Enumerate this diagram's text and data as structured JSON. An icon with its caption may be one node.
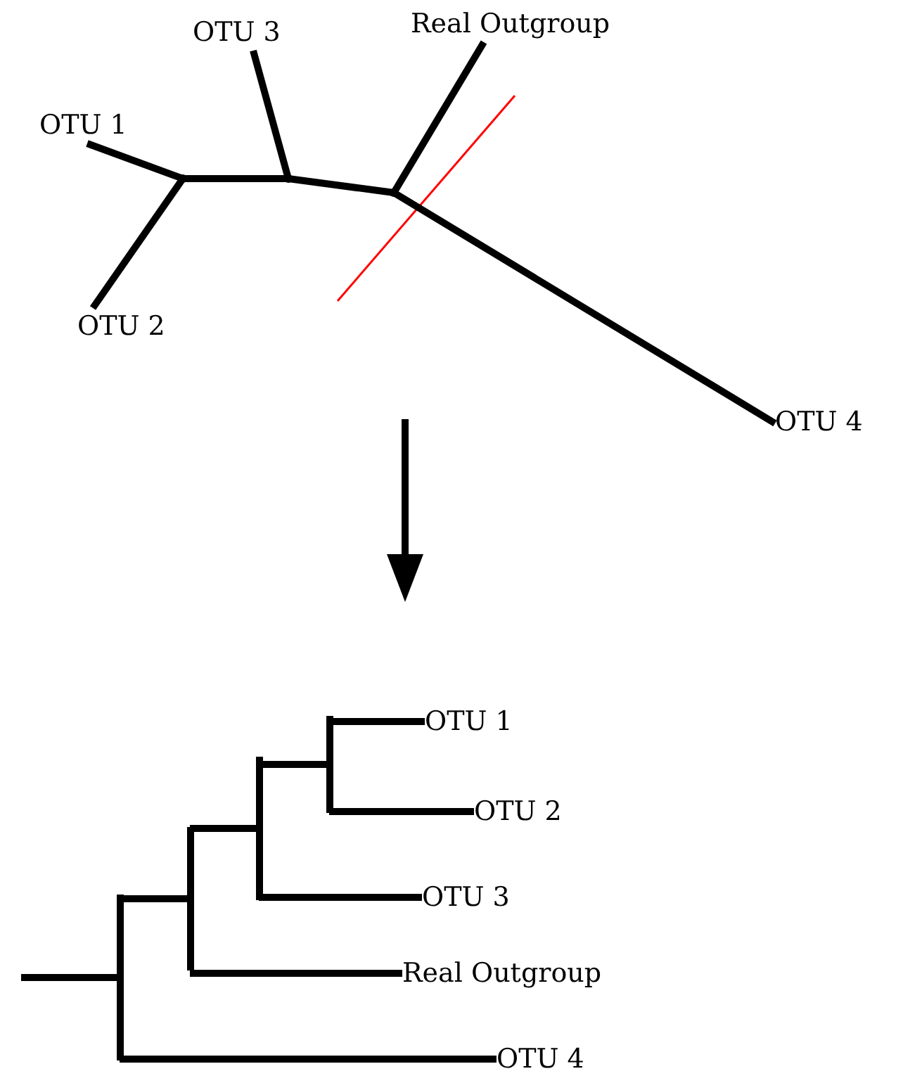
{
  "diagram": {
    "nodes": [
      {
        "text": [
          "OTU 3"
        ]
      },
      {
        "text": [
          "Real Outgroup"
        ]
      },
      {
        "text": [
          "OTU 1"
        ]
      },
      {
        "text": [
          "OTU 2"
        ]
      },
      {
        "text": [
          "OTU 4"
        ]
      },
      {
        "text": [],
        "shape": "point"
      },
      {
        "text": [],
        "shape": "point"
      },
      {
        "text": [],
        "shape": "point"
      },
      {
        "text": [
          "OTU 1"
        ]
      },
      {
        "text": [
          "OTU 2"
        ]
      },
      {
        "text": [
          "OTU 3"
        ]
      },
      {
        "text": [
          "Real Outgroup"
        ]
      },
      {
        "text": [
          "OTU 4"
        ]
      },
      {
        "text": [],
        "shape": "bar"
      },
      {
        "text": [],
        "shape": "bar"
      },
      {
        "text": [],
        "shape": "bar"
      },
      {
        "text": [],
        "shape": "bar"
      }
    ],
    "edges": [
      {
        "from": 5,
        "to": 2,
        "arrow": "none"
      },
      {
        "from": 5,
        "to": 3,
        "arrow": "none"
      },
      {
        "from": 5,
        "to": 6,
        "arrow": "none"
      },
      {
        "from": 6,
        "to": 0,
        "arrow": "none"
      },
      {
        "from": 6,
        "to": 7,
        "arrow": "none"
      },
      {
        "from": 7,
        "to": 1,
        "arrow": "none"
      },
      {
        "from": 7,
        "to": 4,
        "arrow": "none"
      },
      {
        "from": null,
        "to": 13,
        "arrow": "none"
      },
      {
        "from": 13,
        "to": 14,
        "arrow": "none"
      },
      {
        "from": 13,
        "to": 12,
        "arrow": "none"
      },
      {
        "from": 14,
        "to": 15,
        "arrow": "none"
      },
      {
        "from": 14,
        "to": 11,
        "arrow": "none"
      },
      {
        "from": 15,
        "to": 16,
        "arrow": "none"
      },
      {
        "from": 15,
        "to": 10,
        "arrow": "none"
      },
      {
        "from": 16,
        "to": 8,
        "arrow": "none"
      },
      {
        "from": 16,
        "to": 9,
        "arrow": "none"
      }
    ]
  }
}
